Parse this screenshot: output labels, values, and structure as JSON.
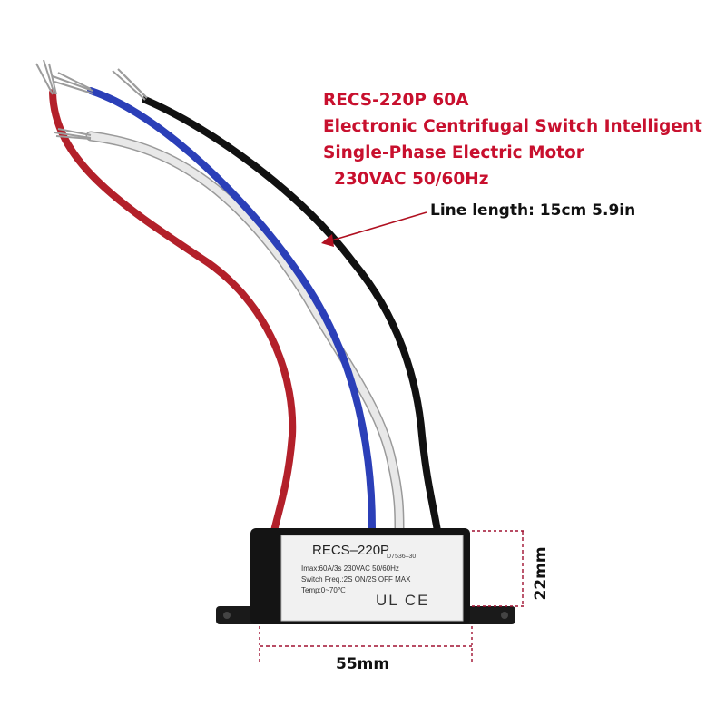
{
  "title_lines": [
    "RECS-220P 60A",
    "Electronic Centrifugal Switch Intelligent",
    "Single-Phase Electric Motor",
    "230VAC 50/60Hz"
  ],
  "line_length_label": "Line length: 15cm 5.9in",
  "dimension_width": "55mm",
  "dimension_height": "22mm",
  "device_label": {
    "model": "RECS–220P",
    "code": "D7536–30",
    "spec_line": "Imax:60A/3s 230VAC 50/60Hz",
    "switch_line": "Switch Freq.:2S ON/2S OFF MAX",
    "temp_line": "Temp:0~70℃",
    "certification_marks": "UL CE"
  },
  "colors": {
    "title_red": "#c8102e",
    "wire_red": "#b3202a",
    "wire_blue": "#2b3fb8",
    "wire_white": "#e4e4e4",
    "wire_black": "#111111",
    "arrow": "#b01020",
    "dimension_line": "#a01030"
  }
}
